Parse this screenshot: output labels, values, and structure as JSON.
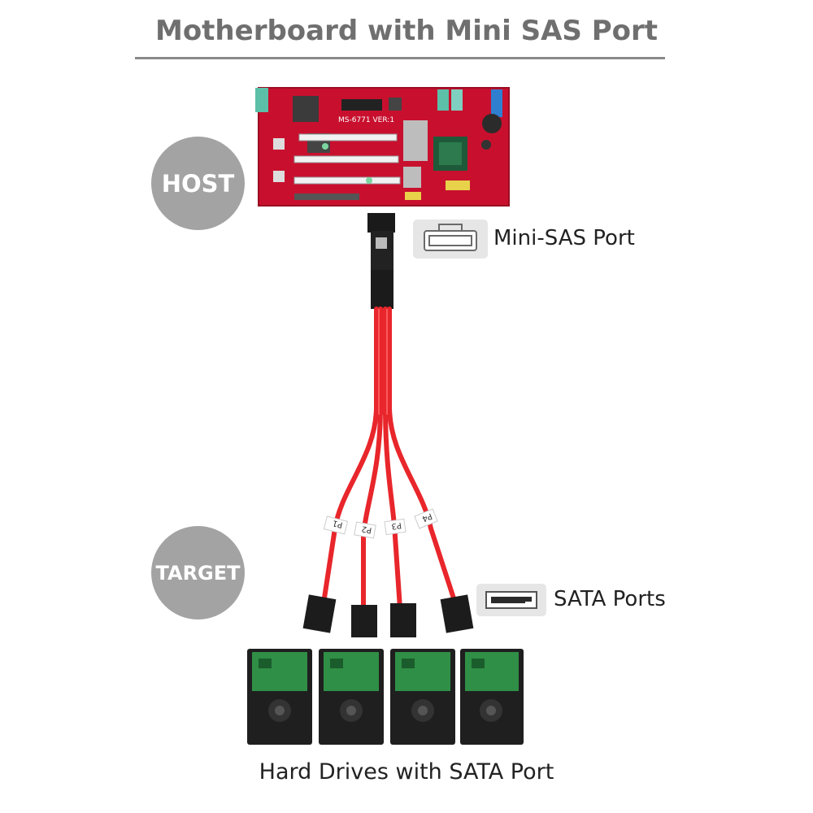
{
  "title": "Motherboard with Mini SAS Port",
  "host_label": "HOST",
  "target_label": "TARGET",
  "mini_sas_label": "Mini-SAS Port",
  "sata_label": "SATA Ports",
  "hdd_label": "Hard Drives with SATA Port",
  "motherboard_text": "MS-6771 VER:1",
  "port_tags": [
    "P1",
    "P2",
    "P3",
    "P4"
  ],
  "colors": {
    "cable": "#e8262b",
    "board": "#c8102e",
    "circle": "#a3a3a3",
    "title": "#6f6f6f",
    "pcb": "#2f8f46"
  }
}
